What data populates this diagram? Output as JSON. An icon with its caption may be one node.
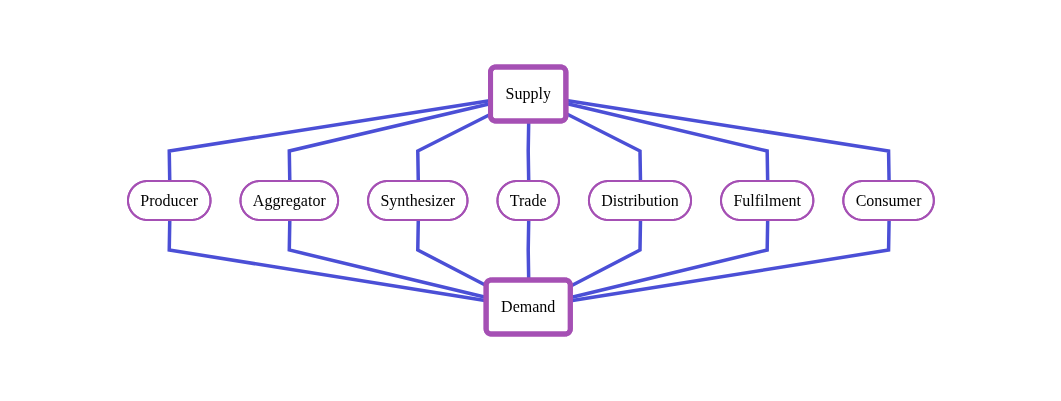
{
  "diagram": {
    "nodes": [
      {
        "text": [
          "Supply"
        ]
      },
      {
        "text": [
          "Producer"
        ]
      },
      {
        "text": [
          "Aggregator"
        ]
      },
      {
        "text": [
          "Synthesizer"
        ]
      },
      {
        "text": [
          "Trade"
        ]
      },
      {
        "text": [
          "Distribution"
        ]
      },
      {
        "text": [
          "Fulfilment"
        ]
      },
      {
        "text": [
          "Consumer"
        ]
      },
      {
        "text": [
          "Demand"
        ]
      }
    ],
    "edges": [
      {
        "from": 0,
        "to": 1,
        "arrow": "none"
      },
      {
        "from": 0,
        "to": 2,
        "arrow": "none"
      },
      {
        "from": 0,
        "to": 3,
        "arrow": "none"
      },
      {
        "from": 0,
        "to": 4,
        "arrow": "none"
      },
      {
        "from": 0,
        "to": 5,
        "arrow": "none"
      },
      {
        "from": 0,
        "to": 6,
        "arrow": "none"
      },
      {
        "from": 0,
        "to": 7,
        "arrow": "none"
      },
      {
        "from": 1,
        "to": 8,
        "arrow": "none"
      },
      {
        "from": 2,
        "to": 8,
        "arrow": "none"
      },
      {
        "from": 3,
        "to": 8,
        "arrow": "none"
      },
      {
        "from": 4,
        "to": 8,
        "arrow": "none"
      },
      {
        "from": 5,
        "to": 8,
        "arrow": "none"
      },
      {
        "from": 6,
        "to": 8,
        "arrow": "none"
      },
      {
        "from": 7,
        "to": 8,
        "arrow": "none"
      }
    ]
  }
}
